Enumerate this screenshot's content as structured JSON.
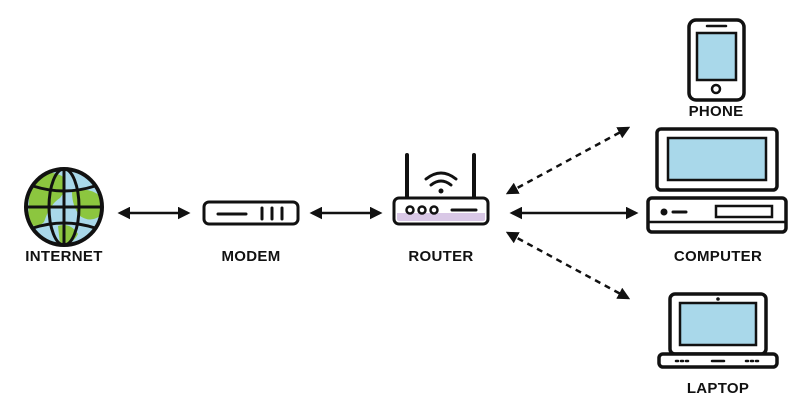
{
  "nodes": {
    "internet": {
      "label": "INTERNET",
      "icon": "globe-icon"
    },
    "modem": {
      "label": "MODEM",
      "icon": "modem-icon"
    },
    "router": {
      "label": "ROUTER",
      "icon": "router-icon"
    },
    "phone": {
      "label": "PHONE",
      "icon": "phone-icon"
    },
    "computer": {
      "label": "COMPUTER",
      "icon": "desktop-computer-icon"
    },
    "laptop": {
      "label": "LAPTOP",
      "icon": "laptop-icon"
    }
  },
  "connections": [
    {
      "from": "internet",
      "to": "modem",
      "style": "solid"
    },
    {
      "from": "modem",
      "to": "router",
      "style": "solid"
    },
    {
      "from": "router",
      "to": "computer",
      "style": "solid"
    },
    {
      "from": "router",
      "to": "phone",
      "style": "dashed"
    },
    {
      "from": "router",
      "to": "laptop",
      "style": "dashed"
    }
  ],
  "colors": {
    "outline": "#111111",
    "screen": "#a9d8ea",
    "globe_land": "#8cc63f",
    "globe_water": "#a9d8ea",
    "router_accent": "#d9c8e6",
    "device_fill": "#ffffff"
  }
}
